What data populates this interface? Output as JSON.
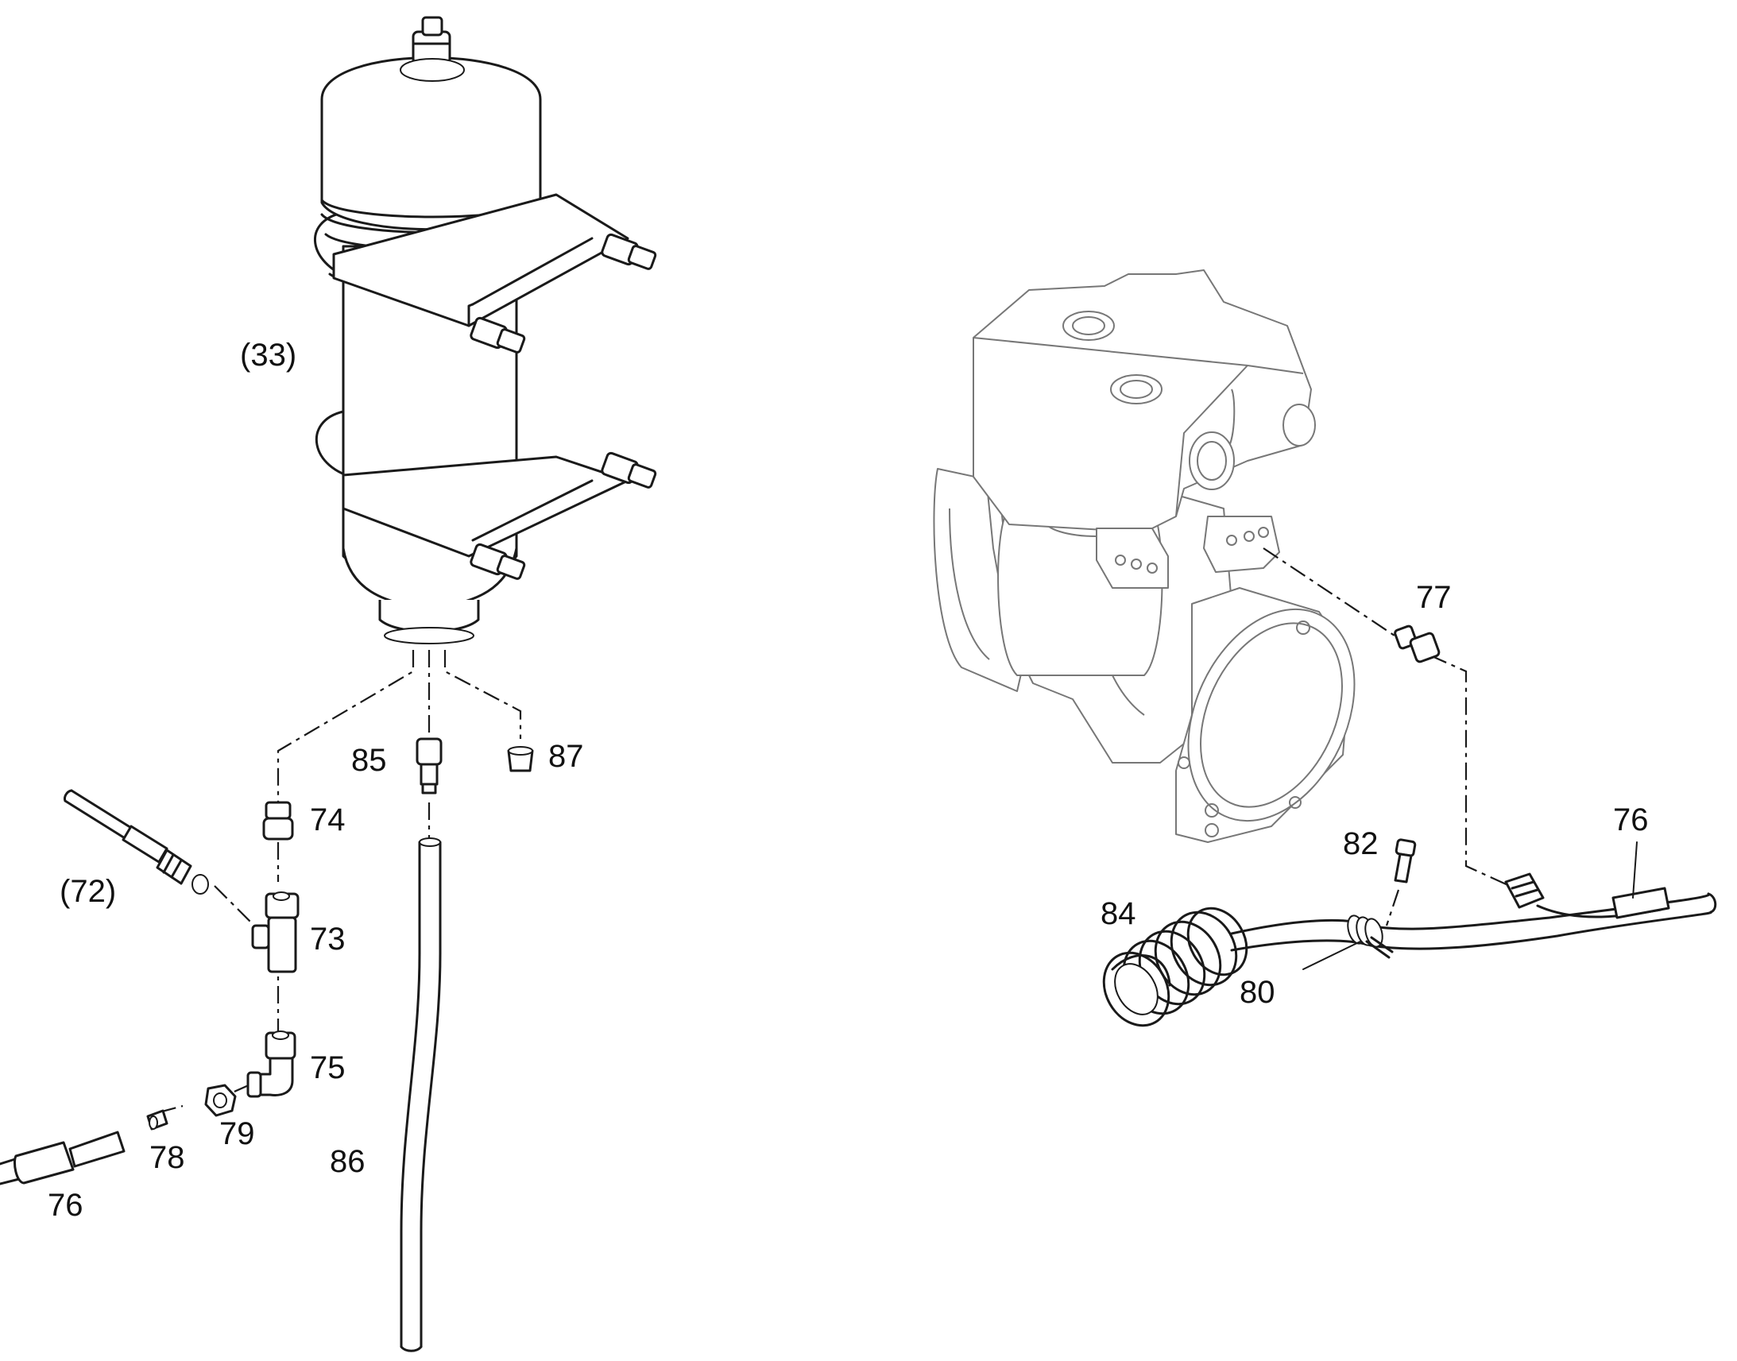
{
  "figure": {
    "callouts": {
      "c33": "(33)",
      "c72": "(72)",
      "c73": "73",
      "c74": "74",
      "c75": "75",
      "c76a": "76",
      "c76b": "76",
      "c77": "77",
      "c78": "78",
      "c79": "79",
      "c80": "80",
      "c82": "82",
      "c84": "84",
      "c85": "85",
      "c86": "86",
      "c87": "87"
    }
  }
}
